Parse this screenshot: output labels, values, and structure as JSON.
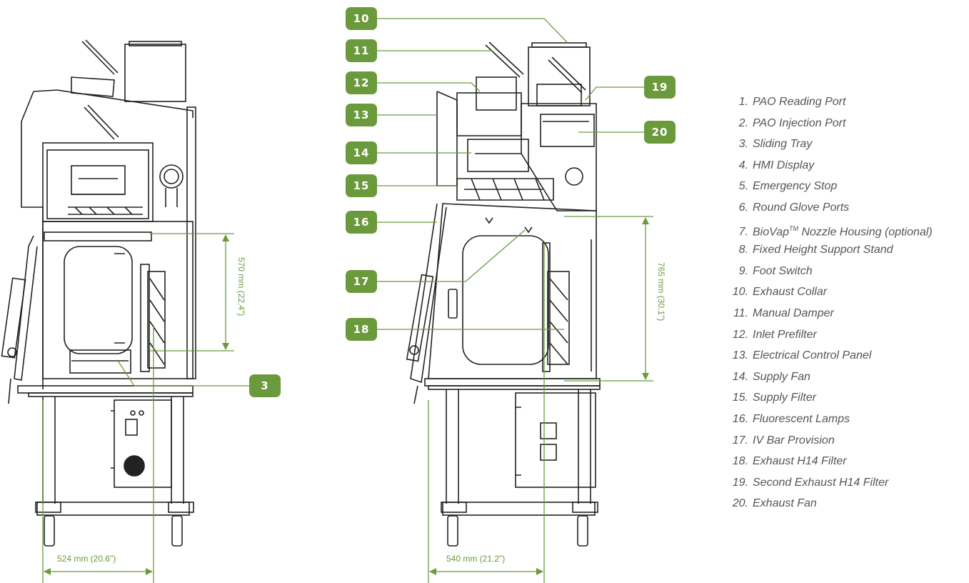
{
  "colors": {
    "accent": "#6b9a3c",
    "line": "#222222",
    "legend_text": "#555555"
  },
  "callouts": {
    "c3": "3",
    "c10": "10",
    "c11": "11",
    "c12": "12",
    "c13": "13",
    "c14": "14",
    "c15": "15",
    "c16": "16",
    "c17": "17",
    "c18": "18",
    "c19": "19",
    "c20": "20"
  },
  "dimensions": {
    "left_width": "524 mm (20.6\")",
    "left_height": "570 mm (22.4\")",
    "right_width": "540 mm (21.2\")",
    "right_height": "765 mm (30.1\")"
  },
  "legend": [
    {
      "num": "1.",
      "label": "PAO Reading Port"
    },
    {
      "num": "2.",
      "label": "PAO Injection Port"
    },
    {
      "num": "3.",
      "label": "Sliding Tray"
    },
    {
      "num": "4.",
      "label": "HMI Display"
    },
    {
      "num": "5.",
      "label": "Emergency Stop"
    },
    {
      "num": "6.",
      "label": "Round Glove Ports"
    },
    {
      "num": "7.",
      "label": "BioVap",
      "sup": "TM",
      "label_rest": " Nozzle Housing (optional)"
    },
    {
      "num": "8.",
      "label": "Fixed Height Support Stand"
    },
    {
      "num": "9.",
      "label": "Foot Switch"
    },
    {
      "num": "10.",
      "label": "Exhaust Collar"
    },
    {
      "num": "11.",
      "label": "Manual Damper"
    },
    {
      "num": "12.",
      "label": "Inlet Prefilter"
    },
    {
      "num": "13.",
      "label": "Electrical Control Panel"
    },
    {
      "num": "14.",
      "label": "Supply Fan"
    },
    {
      "num": "15.",
      "label": "Supply Filter"
    },
    {
      "num": "16.",
      "label": "Fluorescent Lamps"
    },
    {
      "num": "17.",
      "label": "IV Bar Provision"
    },
    {
      "num": "18.",
      "label": "Exhaust H14 Filter"
    },
    {
      "num": "19.",
      "label": "Second Exhaust H14 Filter"
    },
    {
      "num": "20.",
      "label": "Exhaust Fan"
    }
  ]
}
